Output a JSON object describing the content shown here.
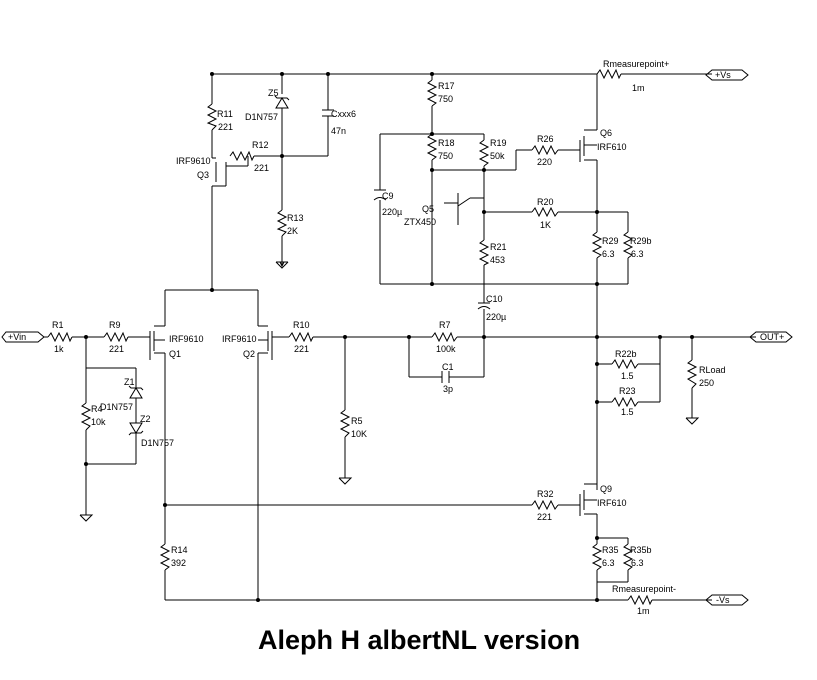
{
  "title": "Aleph H albertNL version",
  "ports": {
    "vin": "+Vin",
    "vs_pos": "+Vs",
    "vs_neg": "-Vs",
    "out": "OUT+"
  },
  "components": {
    "R1": {
      "ref": "R1",
      "value": "1k"
    },
    "R9": {
      "ref": "R9",
      "value": "221"
    },
    "R4": {
      "ref": "R4",
      "value": "10k"
    },
    "Z1": {
      "ref": "Z1",
      "value": "D1N757"
    },
    "Z2": {
      "ref": "Z2",
      "value": "D1N757"
    },
    "Q1": {
      "ref": "Q1",
      "value": "IRF9610"
    },
    "Q2": {
      "ref": "Q2",
      "value": "IRF9610"
    },
    "Q3": {
      "ref": "Q3",
      "value": "IRF9610"
    },
    "R10": {
      "ref": "R10",
      "value": "221"
    },
    "R5": {
      "ref": "R5",
      "value": "10K"
    },
    "R11": {
      "ref": "R11",
      "value": "221"
    },
    "Z5": {
      "ref": "Z5",
      "value": "D1N757"
    },
    "Cxxx6": {
      "ref": "Cxxx6",
      "value": "47n"
    },
    "R12": {
      "ref": "R12",
      "value": "221"
    },
    "R13": {
      "ref": "R13",
      "value": "2K"
    },
    "R14": {
      "ref": "R14",
      "value": "392"
    },
    "R17": {
      "ref": "R17",
      "value": "750"
    },
    "R18": {
      "ref": "R18",
      "value": "750"
    },
    "R19": {
      "ref": "R19",
      "value": "50k"
    },
    "C9": {
      "ref": "C9",
      "value": "220µ"
    },
    "Q5": {
      "ref": "Q5",
      "value": "ZTX450"
    },
    "R21": {
      "ref": "R21",
      "value": "453"
    },
    "C10": {
      "ref": "C10",
      "value": "220µ"
    },
    "R7": {
      "ref": "R7",
      "value": "100k"
    },
    "C1": {
      "ref": "C1",
      "value": "3p"
    },
    "R26": {
      "ref": "R26",
      "value": "220"
    },
    "R20": {
      "ref": "R20",
      "value": "1K"
    },
    "Q6": {
      "ref": "Q6",
      "value": "IRF610"
    },
    "R29": {
      "ref": "R29",
      "value": "6.3"
    },
    "R29b": {
      "ref": "R29b",
      "value": "6.3"
    },
    "Rmp_pos": {
      "ref": "Rmeasurepoint+",
      "value": "1m"
    },
    "R22b": {
      "ref": "R22b",
      "value": "1.5"
    },
    "R23": {
      "ref": "R23",
      "value": "1.5"
    },
    "RLoad": {
      "ref": "RLoad",
      "value": "250"
    },
    "R32": {
      "ref": "R32",
      "value": "221"
    },
    "Q9": {
      "ref": "Q9",
      "value": "IRF610"
    },
    "R35": {
      "ref": "R35",
      "value": "6.3"
    },
    "R35b": {
      "ref": "R35b",
      "value": "6.3"
    },
    "Rmp_neg": {
      "ref": "Rmeasurepoint-",
      "value": "1m"
    }
  }
}
